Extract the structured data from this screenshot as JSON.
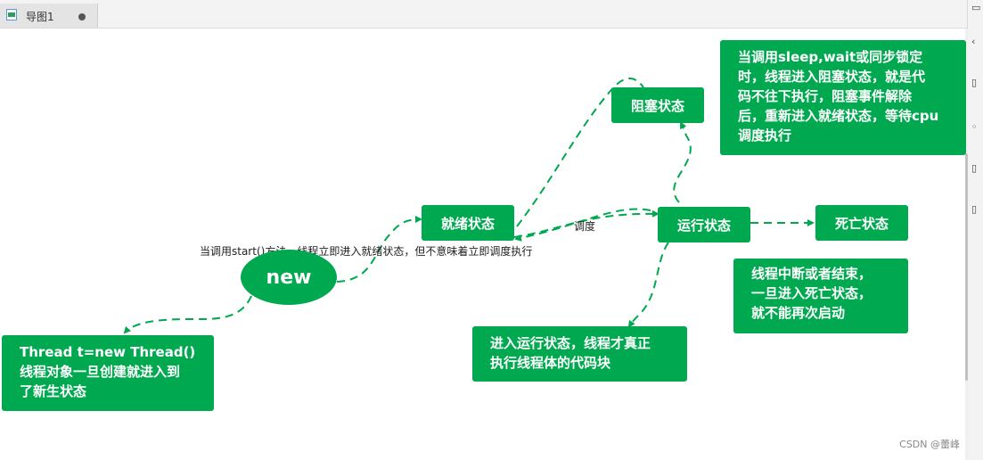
{
  "tab": {
    "title": "导图1"
  },
  "colors": {
    "node": "#00a84f",
    "connector": "#00a84f"
  },
  "nodes": {
    "new": "new",
    "ready": "就绪状态",
    "running": "运行状态",
    "blocked": "阻塞状态",
    "dead": "死亡状态"
  },
  "notes": {
    "new_note": "Thread t=new Thread()\n线程对象一旦创建就进入到\n了新生状态",
    "blocked_note": "当调用sleep,wait或同步锁定\n时，线程进入阻塞状态，就是代\n码不往下执行，阻塞事件解除\n后，重新进入就绪状态，等待cpu\n调度执行",
    "running_note": "进入运行状态，线程才真正\n执行线程体的代码块",
    "dead_note": "线程中断或者结束，\n一旦进入死亡状态，\n就不能再次启动"
  },
  "labels": {
    "start_label": "当调用start()方法，线程立即进入就绪状态，但不意味着立即调度执行",
    "schedule_label": "调度"
  },
  "watermark": "CSDN @蕾峰"
}
